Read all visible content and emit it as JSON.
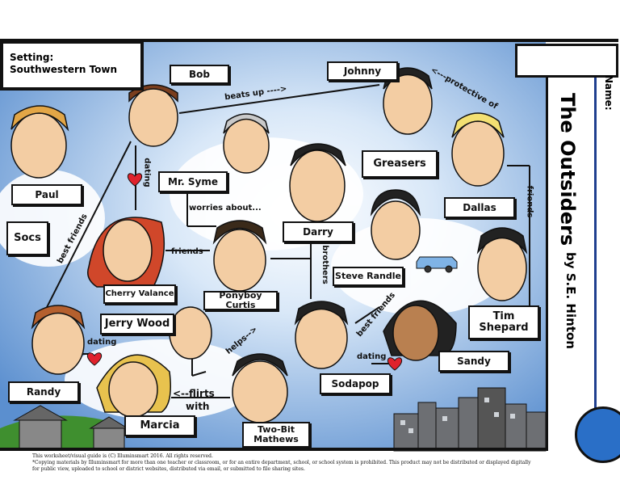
{
  "setting": {
    "label": "Setting:",
    "value": "Southwestern Town"
  },
  "title": {
    "main": "The Outsiders",
    "byline": "by S.E. Hinton"
  },
  "name_label": "Name:",
  "groups": {
    "greasers": "Greasers",
    "socs": "Socs"
  },
  "characters": {
    "bob": "Bob",
    "johnny": "Johnny",
    "paul": "Paul",
    "mr_syme": "Mr. Syme",
    "darry": "Darry",
    "dallas": "Dallas",
    "cherry": "Cherry Valance",
    "ponyboy": "Ponyboy Curtis",
    "steve": "Steve Randle",
    "jerry": "Jerry Wood",
    "tim": "Tim Shepard",
    "randy": "Randy",
    "marcia": "Marcia",
    "sodapop": "Sodapop",
    "sandy": "Sandy",
    "twobit": "Two-Bit Mathews"
  },
  "relations": {
    "beats_up": "beats up ---->",
    "protective": "<---protective of",
    "dating": "dating",
    "best_friends": "best friends",
    "worries": "worries about...",
    "friends": "friends",
    "brothers": "brothers",
    "helps": "helps-->",
    "flirts": "<--flirts",
    "with": "with"
  },
  "footer": {
    "line1": "This worksheet/visual guide is (C) Illuminsmart 2016.  All rights reserved.",
    "line2": "*Copying materials by Illuminsmart for more than one teacher or classroom, or for an entire department, school, or school system is prohibited. This product may not be distributed or displayed digitally",
    "line3": "for public view, uploaded to school or district websites, distributed via email, or submitted to file sharing sites."
  },
  "colors": {
    "sky": "#5b8fcf",
    "outline": "#111111",
    "paper": "#ffffff",
    "ground": "#3f8f2f",
    "skin": "#f3cda3",
    "heart": "#e0222c"
  }
}
